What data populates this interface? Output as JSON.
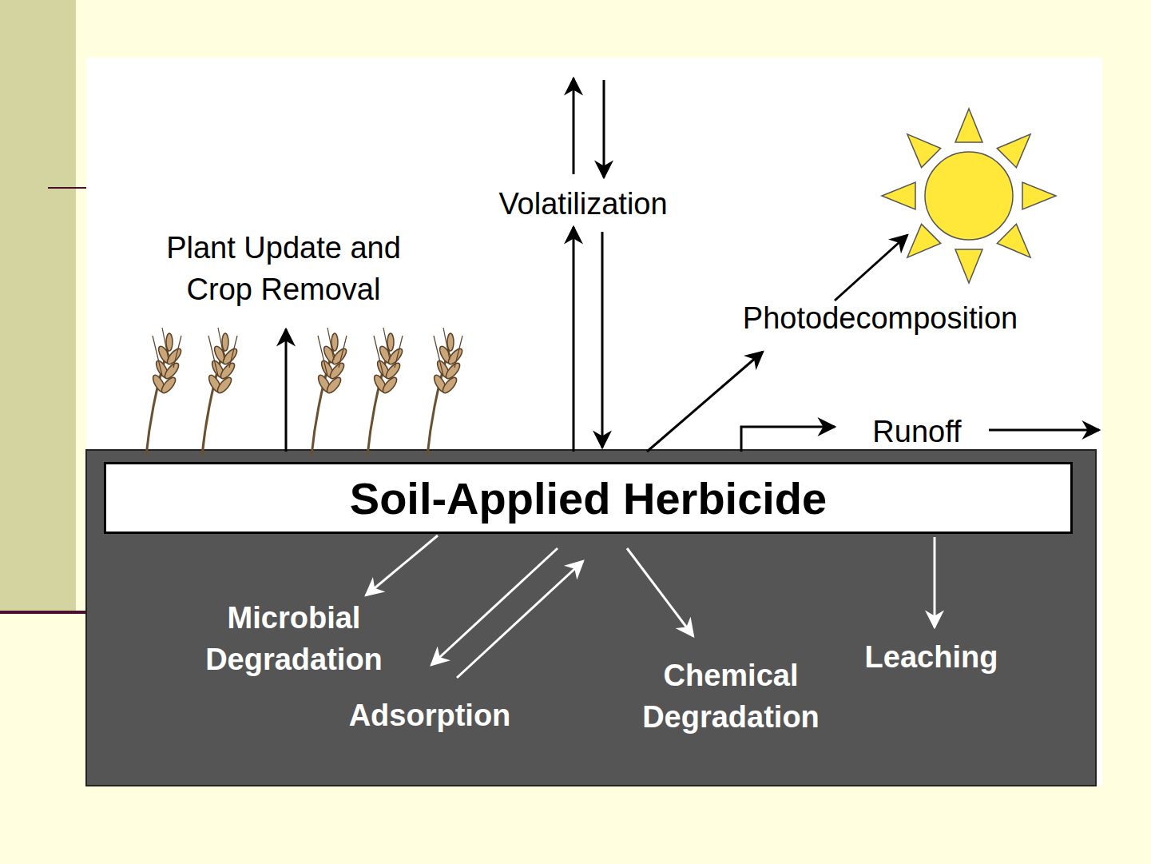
{
  "diagram": {
    "nodes": [
      {
        "text": [
          "Soil-Applied Herbicide"
        ]
      }
    ],
    "labels": [
      "Plant Update and Crop Removal",
      "Volatilization",
      "Photodecomposition",
      "Runoff",
      "Microbial Degradation",
      "Adsorption",
      "Chemical Degradation",
      "Leaching"
    ]
  }
}
